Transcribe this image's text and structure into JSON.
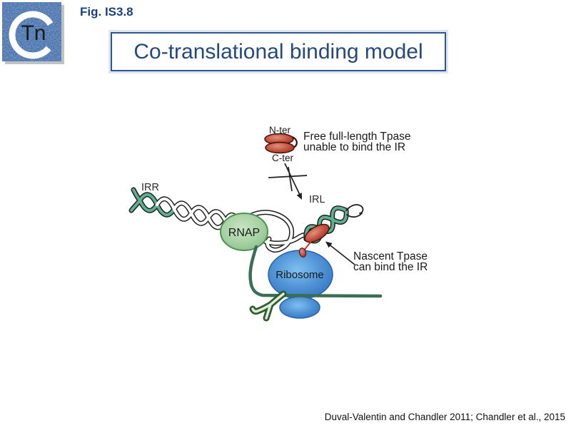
{
  "logo": {
    "text": "Tn"
  },
  "header": {
    "fig_label": "Fig. IS3.8",
    "title": "Co-translational binding model"
  },
  "diagram": {
    "labels": {
      "n_ter": "N-ter",
      "c_ter": "C-ter",
      "irr": "IRR",
      "irl": "IRL",
      "rnap": "RNAP",
      "ribosome": "Ribosome"
    },
    "annotations": {
      "free_tpase_line1": "Free full-length Tpase",
      "free_tpase_line2": "unable to bind the IR",
      "nascent_tpase_line1": "Nascent Tpase",
      "nascent_tpase_line2": "can bind the IR"
    },
    "colors": {
      "title_blue": "#25497e",
      "dna_teal": "#5fb092",
      "rnap_green": "#9bc99c",
      "ribosome_blue": "#4388cf",
      "tpase_red": "#bf4b3a",
      "mrna_green": "#3c6e55",
      "trna_green": "#2d5c2e",
      "logo_blue": "#4a74ae",
      "outline_dark": "#1f1f1f"
    }
  },
  "footer": {
    "citation": "Duval-Valentin and Chandler 2011; Chandler et al., 2015"
  }
}
